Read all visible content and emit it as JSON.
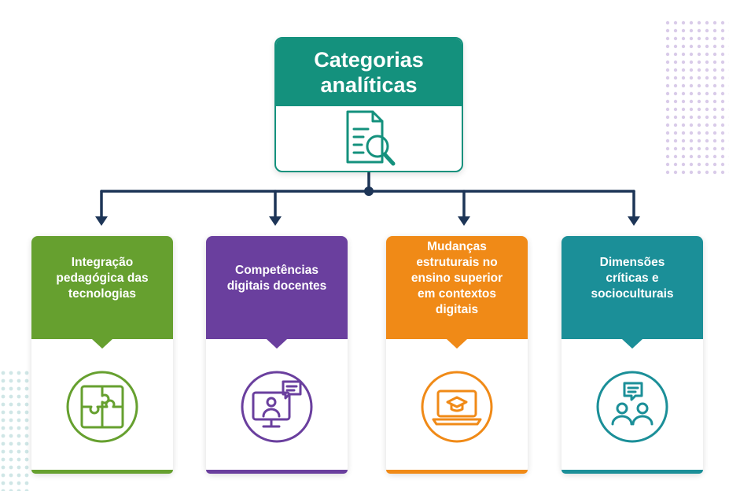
{
  "root": {
    "title_line1": "Categorias",
    "title_line2": "analíticas",
    "icon": "document-search-icon",
    "color": "#14917d"
  },
  "connector_color": "#1d3557",
  "categories": [
    {
      "lines": [
        "Integração",
        "pedagógica das",
        "tecnologias"
      ],
      "icon": "puzzle-icon",
      "color": "#66a02f"
    },
    {
      "lines": [
        "Competências",
        "digitais docentes"
      ],
      "icon": "online-teacher-icon",
      "color": "#6a3f9e"
    },
    {
      "lines": [
        "Mudanças",
        "estruturais no",
        "ensino superior",
        "em contextos",
        "digitais"
      ],
      "icon": "laptop-graduation-icon",
      "color": "#f08a17"
    },
    {
      "lines": [
        "Dimensões",
        "críticas e",
        "socioculturais"
      ],
      "icon": "discussion-group-icon",
      "color": "#1b8f98"
    }
  ]
}
